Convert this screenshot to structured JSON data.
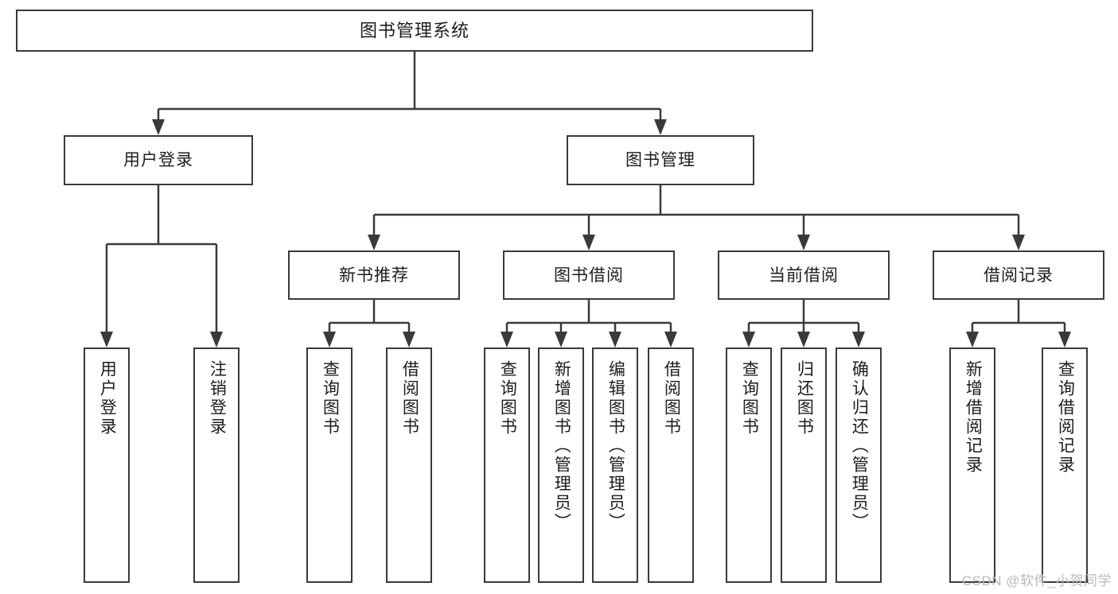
{
  "diagram": {
    "type": "tree-hierarchy",
    "title": "图书管理系统",
    "root": {
      "label": "图书管理系统"
    },
    "level2": [
      {
        "label": "用户登录"
      },
      {
        "label": "图书管理"
      }
    ],
    "level3": [
      {
        "label": "新书推荐"
      },
      {
        "label": "图书借阅"
      },
      {
        "label": "当前借阅"
      },
      {
        "label": "借阅记录"
      }
    ],
    "leaves": [
      {
        "label": "用户登录"
      },
      {
        "label": "注销登录"
      },
      {
        "label": "查询图书"
      },
      {
        "label": "借阅图书"
      },
      {
        "label": "查询图书"
      },
      {
        "label": "新增图书（管理员）"
      },
      {
        "label": "编辑图书（管理员）"
      },
      {
        "label": "借阅图书"
      },
      {
        "label": "查询图书"
      },
      {
        "label": "归还图书"
      },
      {
        "label": "确认归还（管理员）"
      },
      {
        "label": "新增借阅记录"
      },
      {
        "label": "查询借阅记录"
      }
    ]
  },
  "watermark": {
    "text": "CSDN @软件_小贺同学"
  },
  "colors": {
    "box_border": "#3a3a3a",
    "box_fill": "#ffffff",
    "text": "#1d1d1d",
    "connector": "#3a3a3a",
    "watermark": "#b9b9b9",
    "background": "#ffffff"
  }
}
